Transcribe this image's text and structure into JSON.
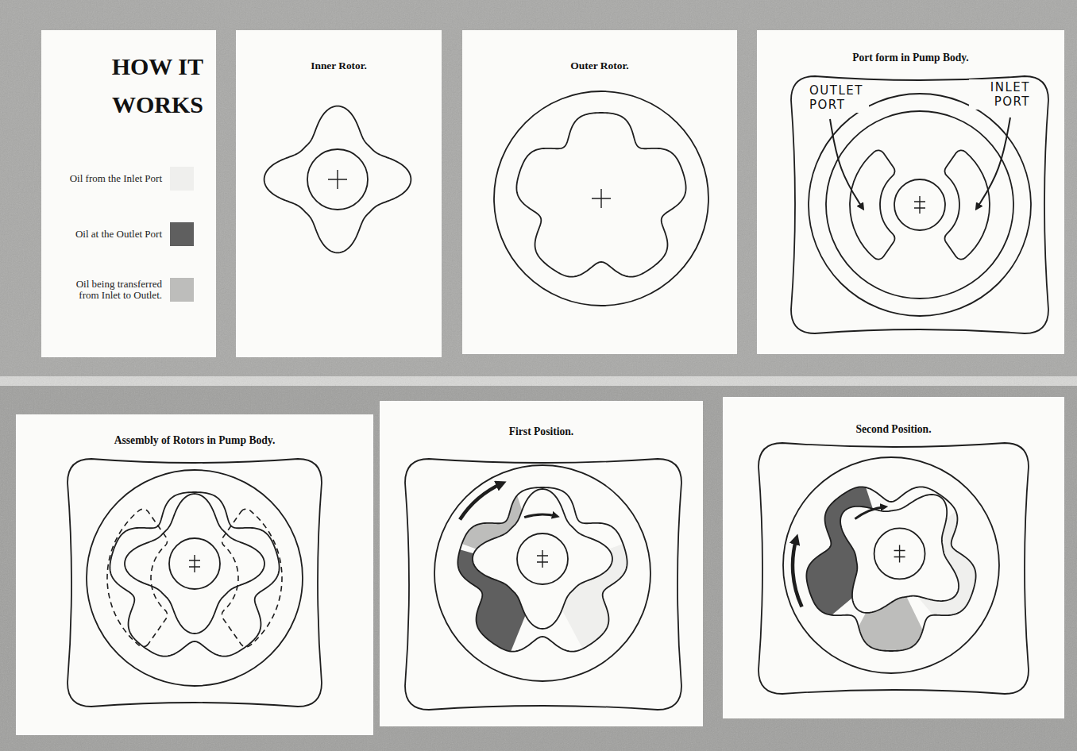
{
  "diagram": {
    "title": "HOW IT WORKS",
    "nodes": [
      {
        "text": [
          "Inner Rotor."
        ]
      },
      {
        "text": [
          "Outer Rotor."
        ]
      },
      {
        "text": [
          "Port form in Pump Body."
        ]
      },
      {
        "text": [
          "Assembly of Rotors in Pump Body."
        ]
      },
      {
        "text": [
          "First Position."
        ]
      },
      {
        "text": [
          "Second Position."
        ]
      }
    ],
    "labels": [
      "OUTLET PORT",
      "INLET PORT"
    ],
    "legend": [
      {
        "text": "Oil from the Inlet Port",
        "color": "#efefed"
      },
      {
        "text": "Oil at the Outlet Port",
        "color": "#5f5f5f"
      },
      {
        "text": "Oil being transferred from Inlet to Outlet.",
        "color": "#bdbdbb"
      }
    ]
  }
}
